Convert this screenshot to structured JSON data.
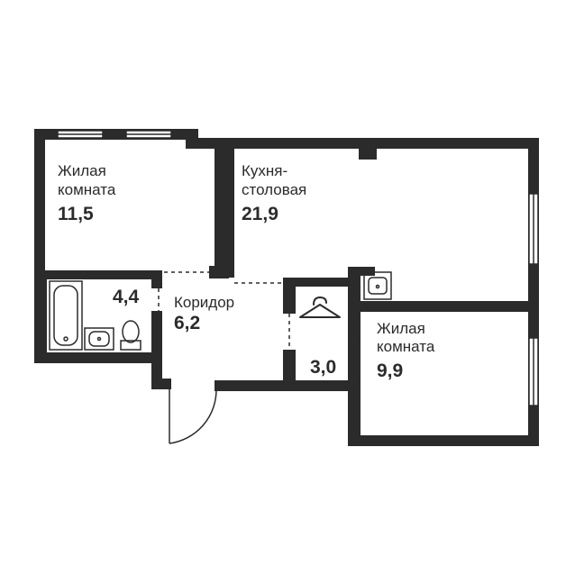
{
  "colors": {
    "wall": "#2b2b2b",
    "background": "#ffffff",
    "fixture_stroke": "#2b2b2b"
  },
  "rooms": {
    "living1": {
      "name_line1": "Жилая",
      "name_line2": "комната",
      "area": "11,5"
    },
    "kitchen": {
      "name_line1": "Кухня-",
      "name_line2": "столовая",
      "area": "21,9"
    },
    "bathroom": {
      "area": "4,4"
    },
    "corridor": {
      "name_line1": "Коридор",
      "area": "6,2"
    },
    "wardrobe": {
      "area": "3,0"
    },
    "living2": {
      "name_line1": "Жилая",
      "name_line2": "комната",
      "area": "9,9"
    }
  },
  "icons": {
    "wardrobe": "hanger-icon",
    "kitchen_sink": "sink-icon",
    "bath": "bathtub-icon",
    "wash_basin": "basin-icon",
    "toilet": "toilet-icon",
    "door": "door-swing-icon"
  }
}
